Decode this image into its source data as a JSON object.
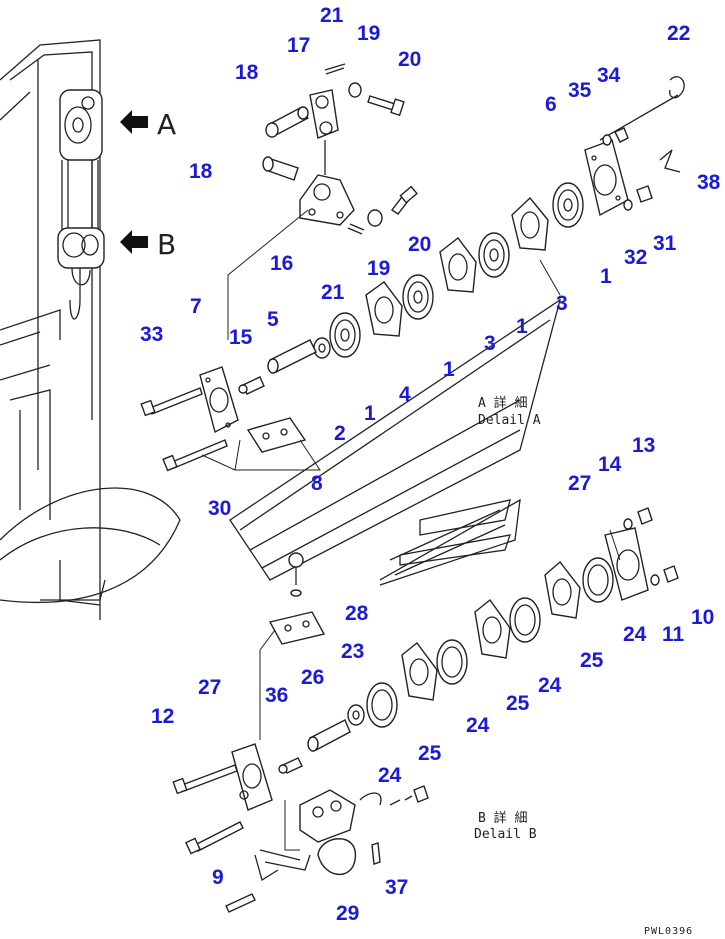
{
  "diagram": {
    "view_labels": {
      "a": "A",
      "b": "B"
    },
    "detail_a": {
      "kanji": "A 詳 細",
      "english": "Delail A"
    },
    "detail_b": {
      "kanji": "B 詳 細",
      "english": "Delail B"
    },
    "drawing_code": "PWL0396",
    "callouts": [
      "21",
      "19",
      "17",
      "20",
      "18",
      "22",
      "34",
      "35",
      "6",
      "38",
      "18",
      "16",
      "20",
      "19",
      "21",
      "32",
      "31",
      "1",
      "3",
      "1",
      "3",
      "33",
      "7",
      "15",
      "5",
      "1",
      "4",
      "1",
      "2",
      "30",
      "8",
      "13",
      "14",
      "27",
      "10",
      "11",
      "24",
      "25",
      "24",
      "25",
      "24",
      "28",
      "23",
      "26",
      "27",
      "12",
      "36",
      "24",
      "25",
      "9",
      "37",
      "29"
    ]
  }
}
